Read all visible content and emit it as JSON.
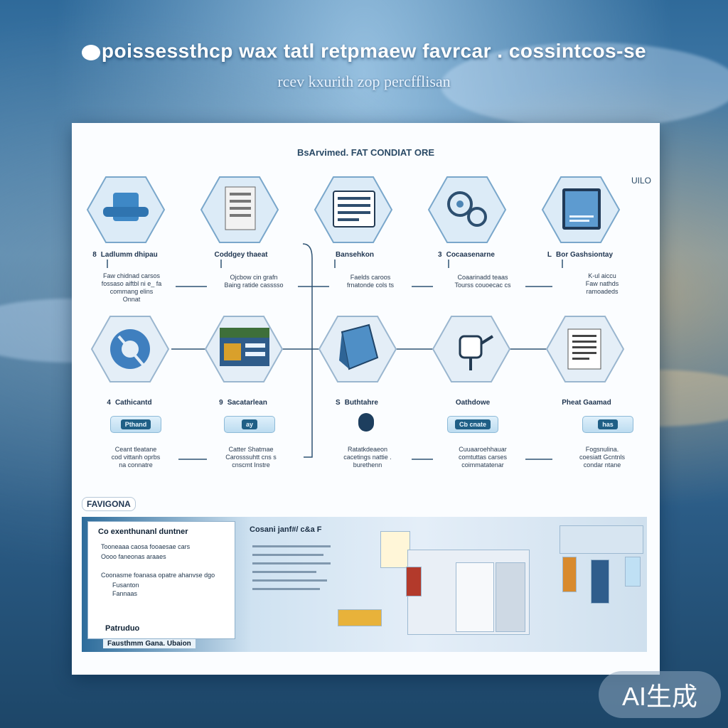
{
  "header": {
    "title": "poissessthcp wax tatl retpmaew favrcar . cossintcos-se",
    "subtitle": "rcev kxurith zop percfflisan"
  },
  "panel": {
    "heading": "BsArvimed. FAT CONDIAT ORE",
    "corner_tag": "UILO"
  },
  "flow": {
    "row1": [
      {
        "num": "8",
        "label": "Ladlumm dhipau",
        "desc": [
          "Faw chidnad carsos",
          "fossaso aiftbl ni e_ fa",
          "commang elins",
          "Onnat"
        ],
        "icon": "network-node-icon"
      },
      {
        "num": "",
        "label": "Coddgey thaeat",
        "desc": [
          "Ojcbow cin grafn",
          "Baing ratide casssso"
        ],
        "icon": "document-icon"
      },
      {
        "num": "",
        "label": "Bansehkon",
        "desc": [
          "Faelds caroos",
          "frnatonde cols ts"
        ],
        "icon": "spreadsheet-icon"
      },
      {
        "num": "3",
        "label": "Cocaasenarne",
        "desc": [
          "Coaarinadd teaas",
          "Tourss couoecac cs"
        ],
        "icon": "gears-icon"
      },
      {
        "num": "L",
        "label": "Bor Gashsiontay",
        "desc": [
          "K-ul aiccu",
          "Faw nathds",
          "ramoadeds"
        ],
        "icon": "monitor-icon"
      }
    ],
    "row2": [
      {
        "num": "4",
        "label": "Cathicantd",
        "chip": "Pthand",
        "desc": [
          "Ceant tleatane",
          "cod vittanh oprbs",
          "na connatre"
        ],
        "icon": "globe-gear-icon"
      },
      {
        "num": "9",
        "label": "Sacatarlean",
        "chip": "ay",
        "desc": [
          "Catter Shatmae",
          "Carosssuhtt cns s",
          "cnscmt Instre"
        ],
        "icon": "dashboard-icon"
      },
      {
        "num": "S",
        "label": "Buthtahre",
        "chip": "",
        "desc": [
          "Ratatkdeaeon",
          "cacetings nattie .",
          "burethenn"
        ],
        "icon": "cube-icon"
      },
      {
        "num": "",
        "label": "Oathdowe",
        "chip": "Cb cnate",
        "desc": [
          "Cuuaaroehhauar",
          "comtuttas carses",
          "coimmatatenar"
        ],
        "icon": "robot-arm-icon"
      },
      {
        "num": "",
        "label": "Pheat Gaamad",
        "chip": "has",
        "desc": [
          "Fogsnulina.",
          "coesiatt Gcntnls",
          "condar ntane"
        ],
        "icon": "checklist-icon"
      }
    ]
  },
  "bottom": {
    "section_label": "FAVIGONA",
    "list_title": "Co exenthunanl duntner",
    "list_lines": [
      "Tooneaaa caosa fooaesae cars",
      "Oooo faneonas araaes",
      "Coonasme foanasa opatre ahanvse dgo",
      "Fusanton",
      "Fannaas"
    ],
    "list_footer": "Patruduo",
    "caption": "Fausthmm Gana. Ubaion",
    "doc_title": "Cosani janf#/ c&a F"
  },
  "badge": "AI生成"
}
